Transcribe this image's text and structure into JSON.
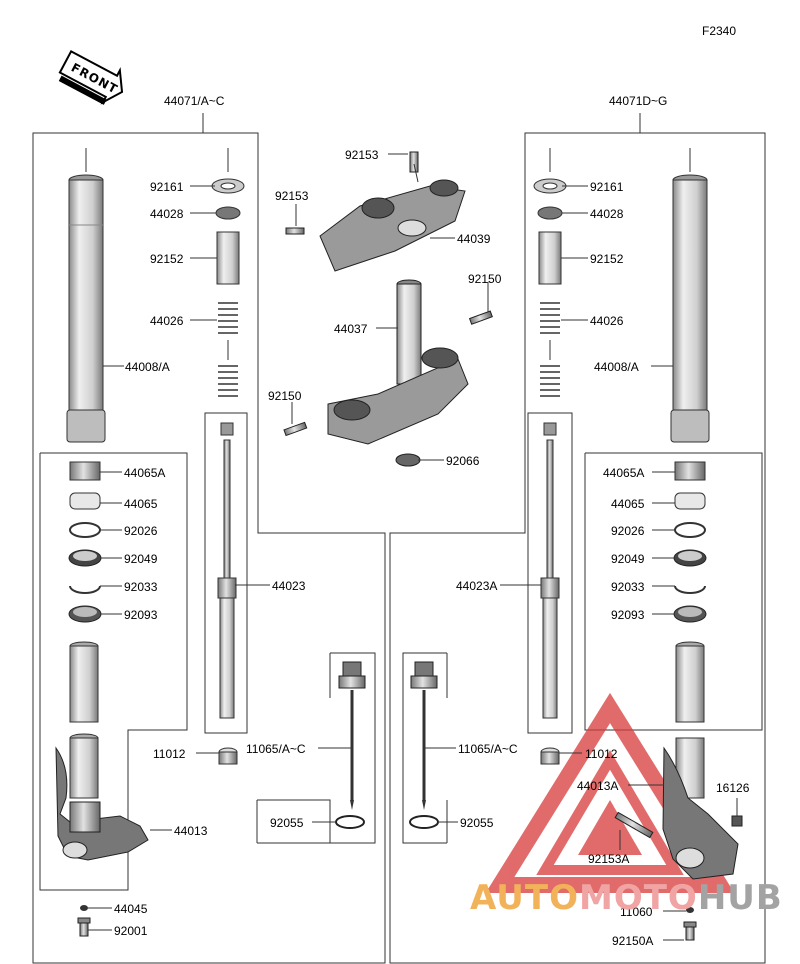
{
  "figure_code": "F2340",
  "front_arrow_text": "FRONT",
  "labels": {
    "assy_left": "44071/A~C",
    "assy_right": "44071D~G",
    "l_92161": "92161",
    "l_44028": "44028",
    "l_92152": "92152",
    "l_44026": "44026",
    "l_44008": "44008/A",
    "l_44023": "44023",
    "l_44065a": "44065A",
    "l_44065": "44065",
    "l_92026": "92026",
    "l_92049": "92049",
    "l_92033": "92033",
    "l_92093": "92093",
    "l_11012": "11012",
    "l_44013": "44013",
    "l_44045": "44045",
    "l_92001": "92001",
    "l_11065": "11065/A~C",
    "l_92055": "92055",
    "c_92153_top": "92153",
    "c_92153_left": "92153",
    "c_44039": "44039",
    "c_44037": "44037",
    "c_92150_r": "92150",
    "c_92150_l": "92150",
    "c_92066": "92066",
    "r_92161": "92161",
    "r_44028": "44028",
    "r_92152": "92152",
    "r_44026": "44026",
    "r_44008": "44008/A",
    "r_44023a": "44023A",
    "r_44065a": "44065A",
    "r_44065": "44065",
    "r_92026": "92026",
    "r_92049": "92049",
    "r_92033": "92033",
    "r_92093": "92093",
    "r_11065": "11065/A~C",
    "r_11012": "11012",
    "r_92055": "92055",
    "r_44013a": "44013A",
    "r_16126": "16126",
    "r_92153a": "92153A",
    "r_11060": "11060",
    "r_92150a": "92150A"
  },
  "watermark": {
    "part1": "AUTO",
    "part2": "MOTO",
    "part3": "HUB"
  },
  "colors": {
    "line": "#333333",
    "part_fill": "#d9d9d9",
    "part_dark": "#6e6e6e",
    "watermark_red": "#d83a3a",
    "watermark_orange": "#f2b25a",
    "watermark_grey": "#a3a3a3"
  }
}
